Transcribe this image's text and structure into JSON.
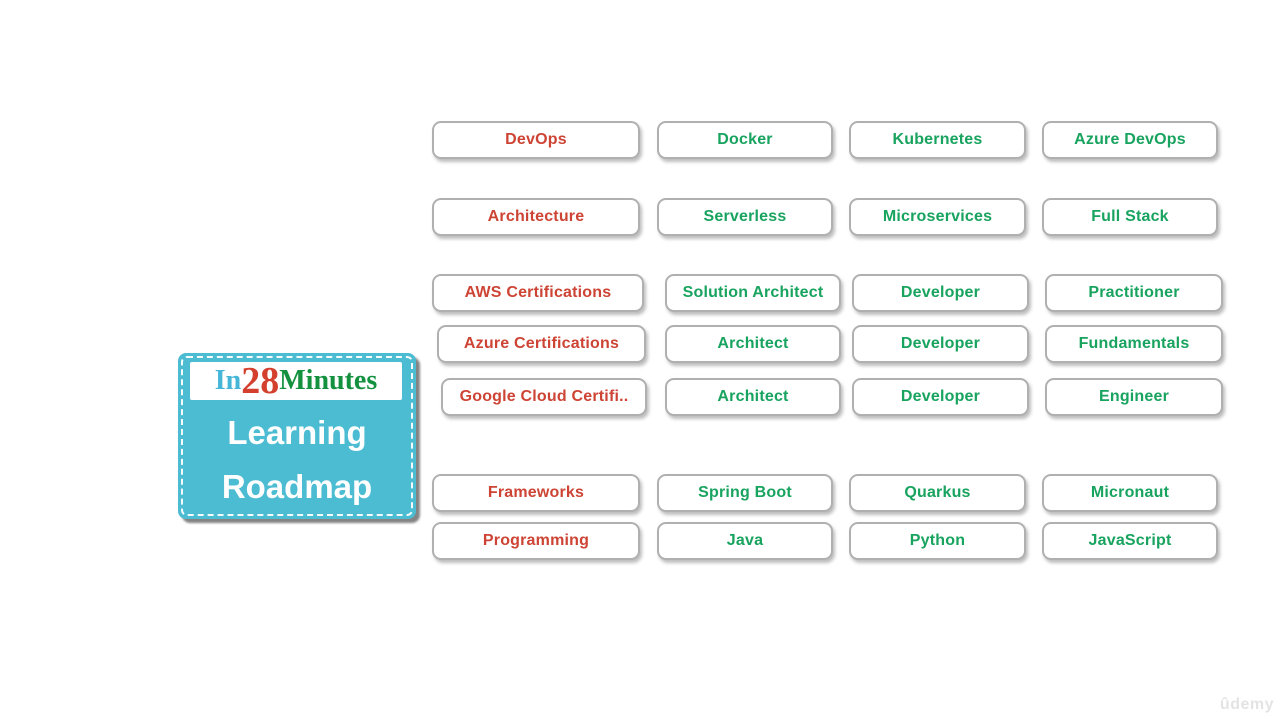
{
  "slide": {
    "background": "#ffffff"
  },
  "colors": {
    "category_text": "#cd4434",
    "topic_text": "#18a35f",
    "box_border": "#b0b0b0",
    "logo_background": "#4bbcd2",
    "logo_in": "#45b6d8",
    "logo_28": "#d4402e",
    "logo_minutes": "#13913e",
    "logo_title_text": "#ffffff",
    "watermark_text": "#dddddd"
  },
  "logo": {
    "brand": {
      "part_in": "In",
      "part_28": "28",
      "part_minutes": "Minutes"
    },
    "title_line1": "Learning",
    "title_line2": "Roadmap"
  },
  "watermark": {
    "label": "ûdemy"
  },
  "grid": {
    "rows": [
      {
        "cells": [
          {
            "label": "DevOps",
            "role": "category"
          },
          {
            "label": "Docker",
            "role": "topic"
          },
          {
            "label": "Kubernetes",
            "role": "topic"
          },
          {
            "label": "Azure DevOps",
            "role": "topic"
          }
        ]
      },
      {
        "cells": [
          {
            "label": "Architecture",
            "role": "category"
          },
          {
            "label": "Serverless",
            "role": "topic"
          },
          {
            "label": "Microservices",
            "role": "topic"
          },
          {
            "label": "Full Stack",
            "role": "topic"
          }
        ]
      },
      {
        "cells": [
          {
            "label": "AWS Certifications",
            "role": "category"
          },
          {
            "label": "Solution Architect",
            "role": "topic"
          },
          {
            "label": "Developer",
            "role": "topic"
          },
          {
            "label": "Practitioner",
            "role": "topic"
          }
        ]
      },
      {
        "cells": [
          {
            "label": "Azure Certifications",
            "role": "category"
          },
          {
            "label": "Architect",
            "role": "topic"
          },
          {
            "label": "Developer",
            "role": "topic"
          },
          {
            "label": "Fundamentals",
            "role": "topic"
          }
        ]
      },
      {
        "cells": [
          {
            "label": "Google Cloud Certifi..",
            "role": "category"
          },
          {
            "label": "Architect",
            "role": "topic"
          },
          {
            "label": "Developer",
            "role": "topic"
          },
          {
            "label": "Engineer",
            "role": "topic"
          }
        ]
      },
      {
        "cells": [
          {
            "label": "Frameworks",
            "role": "category"
          },
          {
            "label": "Spring Boot",
            "role": "topic"
          },
          {
            "label": "Quarkus",
            "role": "topic"
          },
          {
            "label": "Micronaut",
            "role": "topic"
          }
        ]
      },
      {
        "cells": [
          {
            "label": "Programming",
            "role": "category"
          },
          {
            "label": "Java",
            "role": "topic"
          },
          {
            "label": "Python",
            "role": "topic"
          },
          {
            "label": "JavaScript",
            "role": "topic"
          }
        ]
      }
    ]
  }
}
